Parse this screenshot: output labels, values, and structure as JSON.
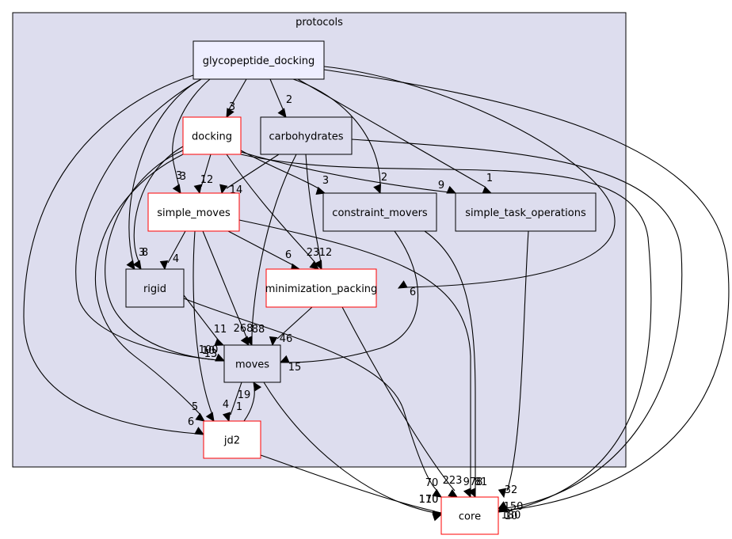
{
  "cluster": {
    "label": "protocols"
  },
  "nodes": {
    "glycopeptide_docking": {
      "label": "glycopeptide_docking",
      "style": "main"
    },
    "docking": {
      "label": "docking",
      "style": "red"
    },
    "carbohydrates": {
      "label": "carbohydrates",
      "style": "plain"
    },
    "simple_moves": {
      "label": "simple_moves",
      "style": "red"
    },
    "constraint_movers": {
      "label": "constraint_movers",
      "style": "plain"
    },
    "simple_task_operations": {
      "label": "simple_task_operations",
      "style": "plain"
    },
    "rigid": {
      "label": "rigid",
      "style": "plain"
    },
    "minimization_packing": {
      "label": "minimization_packing",
      "style": "red"
    },
    "moves": {
      "label": "moves",
      "style": "plain"
    },
    "jd2": {
      "label": "jd2",
      "style": "red"
    },
    "core": {
      "label": "core",
      "style": "red-outside"
    }
  },
  "edges": [
    {
      "from": "glycopeptide_docking",
      "to": "docking",
      "label": "3"
    },
    {
      "from": "glycopeptide_docking",
      "to": "carbohydrates",
      "label": "2"
    },
    {
      "from": "glycopeptide_docking",
      "to": "simple_moves",
      "label": "3"
    },
    {
      "from": "glycopeptide_docking",
      "to": "constraint_movers",
      "label": "2"
    },
    {
      "from": "glycopeptide_docking",
      "to": "simple_task_operations",
      "label": "1"
    },
    {
      "from": "glycopeptide_docking",
      "to": "rigid",
      "label": "8"
    },
    {
      "from": "glycopeptide_docking",
      "to": "minimization_packing",
      "label": "6"
    },
    {
      "from": "glycopeptide_docking",
      "to": "moves",
      "label": "10"
    },
    {
      "from": "glycopeptide_docking",
      "to": "jd2",
      "label": "6"
    },
    {
      "from": "glycopeptide_docking",
      "to": "core",
      "label": "10"
    },
    {
      "from": "docking",
      "to": "simple_moves",
      "label": "12"
    },
    {
      "from": "docking",
      "to": "constraint_movers",
      "label": "3"
    },
    {
      "from": "docking",
      "to": "simple_task_operations",
      "label": "9"
    },
    {
      "from": "docking",
      "to": "rigid",
      "label": "3"
    },
    {
      "from": "docking",
      "to": "minimization_packing",
      "label": "23"
    },
    {
      "from": "docking",
      "to": "moves",
      "label": "100"
    },
    {
      "from": "docking",
      "to": "jd2",
      "label": "5"
    },
    {
      "from": "docking",
      "to": "core",
      "label": "150"
    },
    {
      "from": "carbohydrates",
      "to": "simple_moves",
      "label": "14"
    },
    {
      "from": "carbohydrates",
      "to": "minimization_packing",
      "label": "12"
    },
    {
      "from": "carbohydrates",
      "to": "moves",
      "label": "88"
    },
    {
      "from": "carbohydrates",
      "to": "core",
      "label": "180"
    },
    {
      "from": "simple_moves",
      "to": "rigid",
      "label": "4"
    },
    {
      "from": "simple_moves",
      "to": "minimization_packing",
      "label": "6"
    },
    {
      "from": "simple_moves",
      "to": "moves",
      "label": "268"
    },
    {
      "from": "simple_moves",
      "to": "jd2",
      "label": "4"
    },
    {
      "from": "simple_moves",
      "to": "core",
      "label": "978"
    },
    {
      "from": "constraint_movers",
      "to": "moves",
      "label": "15"
    },
    {
      "from": "constraint_movers",
      "to": "core",
      "label": "81"
    },
    {
      "from": "simple_task_operations",
      "to": "core",
      "label": "32"
    },
    {
      "from": "rigid",
      "to": "moves",
      "label": "11"
    },
    {
      "from": "rigid",
      "to": "core",
      "label": "70"
    },
    {
      "from": "minimization_packing",
      "to": "moves",
      "label": "46"
    },
    {
      "from": "minimization_packing",
      "to": "core",
      "label": "223"
    },
    {
      "from": "moves",
      "to": "jd2",
      "label": "19"
    },
    {
      "from": "moves",
      "to": "core",
      "label": "170"
    },
    {
      "from": "jd2",
      "to": "moves",
      "label": "1"
    },
    {
      "from": "jd2",
      "to": "core",
      "label": "110"
    }
  ],
  "extra_labels": {
    "moves_in_stack": "13",
    "docking_to_simple_moves_extra": "3"
  }
}
